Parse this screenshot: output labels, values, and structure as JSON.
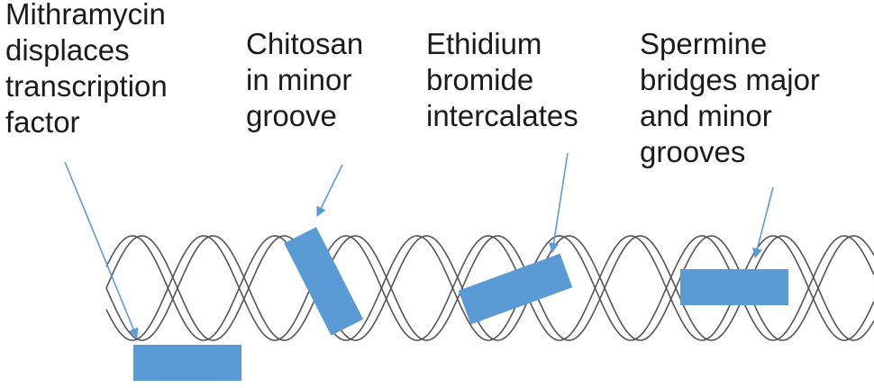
{
  "colors": {
    "block": "#5b9bd5",
    "arrow": "#5b9bd5",
    "helix": "#555555",
    "text": "#1b1b1b"
  },
  "labels": [
    {
      "id": "mithramycin",
      "lines": [
        "Mithramycin",
        "displaces",
        "transcription",
        "factor"
      ]
    },
    {
      "id": "chitosan",
      "lines": [
        "Chitosan",
        "in minor",
        "groove"
      ]
    },
    {
      "id": "ethidium",
      "lines": [
        "Ethidium",
        "bromide",
        "intercalates"
      ]
    },
    {
      "id": "spermine",
      "lines": [
        "Spermine",
        "bridges major",
        "and minor",
        "grooves"
      ]
    }
  ]
}
